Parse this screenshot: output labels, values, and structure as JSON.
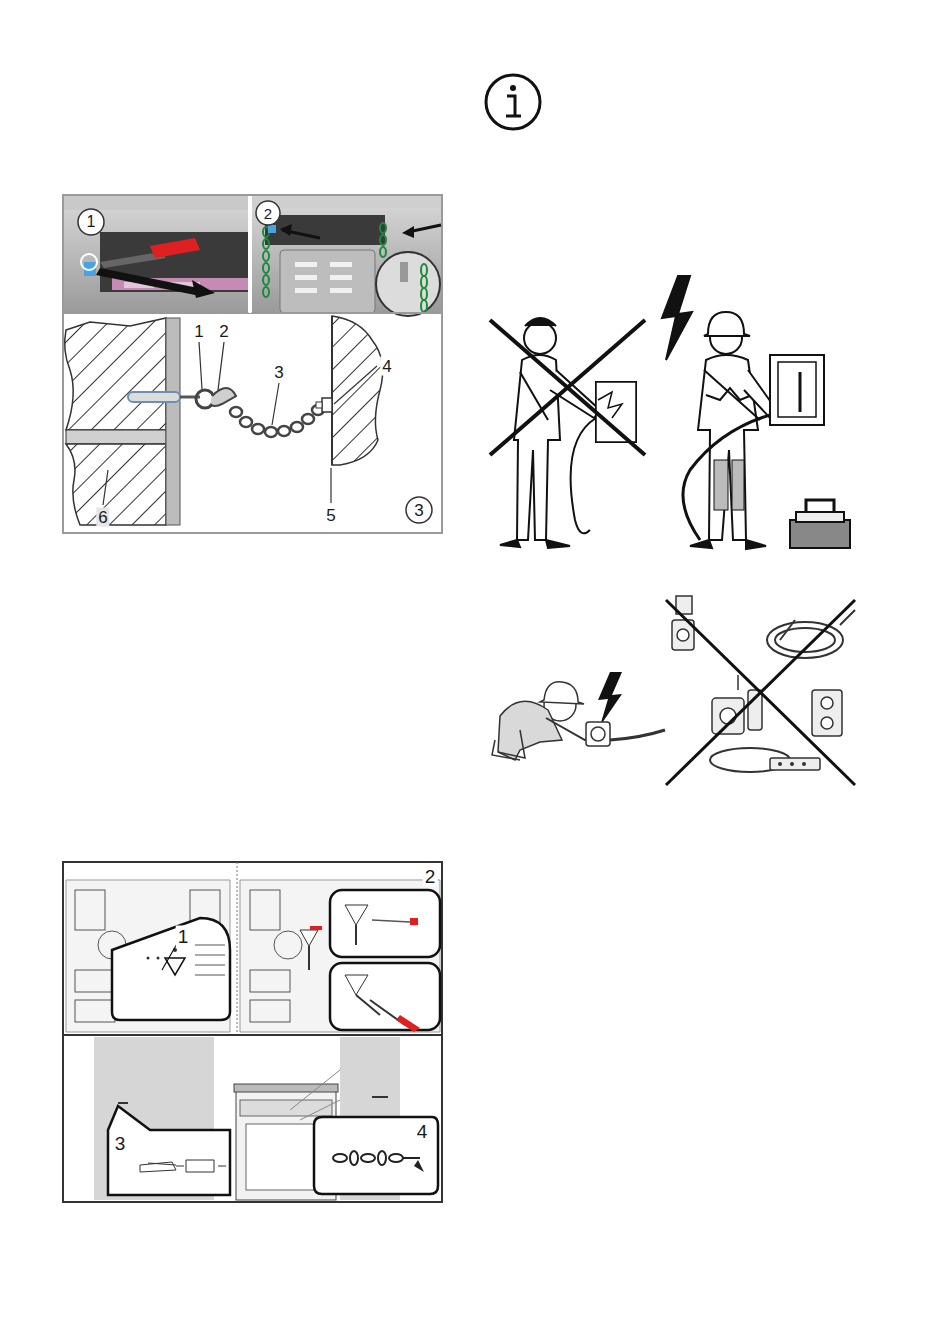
{
  "diagram": {
    "labels": [
      "1",
      "2",
      "1",
      "2",
      "3",
      "4",
      "5",
      "6",
      "3",
      "1",
      "2",
      "3",
      "4"
    ]
  }
}
